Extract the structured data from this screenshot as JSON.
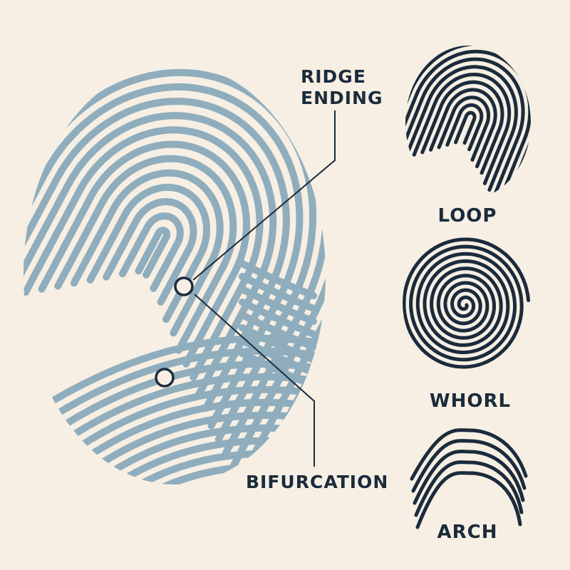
{
  "colors": {
    "background": "#f7efe3",
    "ridge_main": "#8fadbd",
    "ink": "#1a2b3c"
  },
  "main_fingerprint": {
    "pattern": "loop",
    "callouts": [
      {
        "id": "ridge-ending",
        "label_line1": "RIDGE",
        "label_line2": "ENDING",
        "marker": [
          258,
          402
        ]
      },
      {
        "id": "bifurcation",
        "label": "BIFURCATION",
        "marker": [
          231,
          530
        ]
      }
    ]
  },
  "pattern_types": [
    {
      "id": "loop",
      "label": "LOOP"
    },
    {
      "id": "whorl",
      "label": "WHORL"
    },
    {
      "id": "arch",
      "label": "ARCH"
    }
  ]
}
